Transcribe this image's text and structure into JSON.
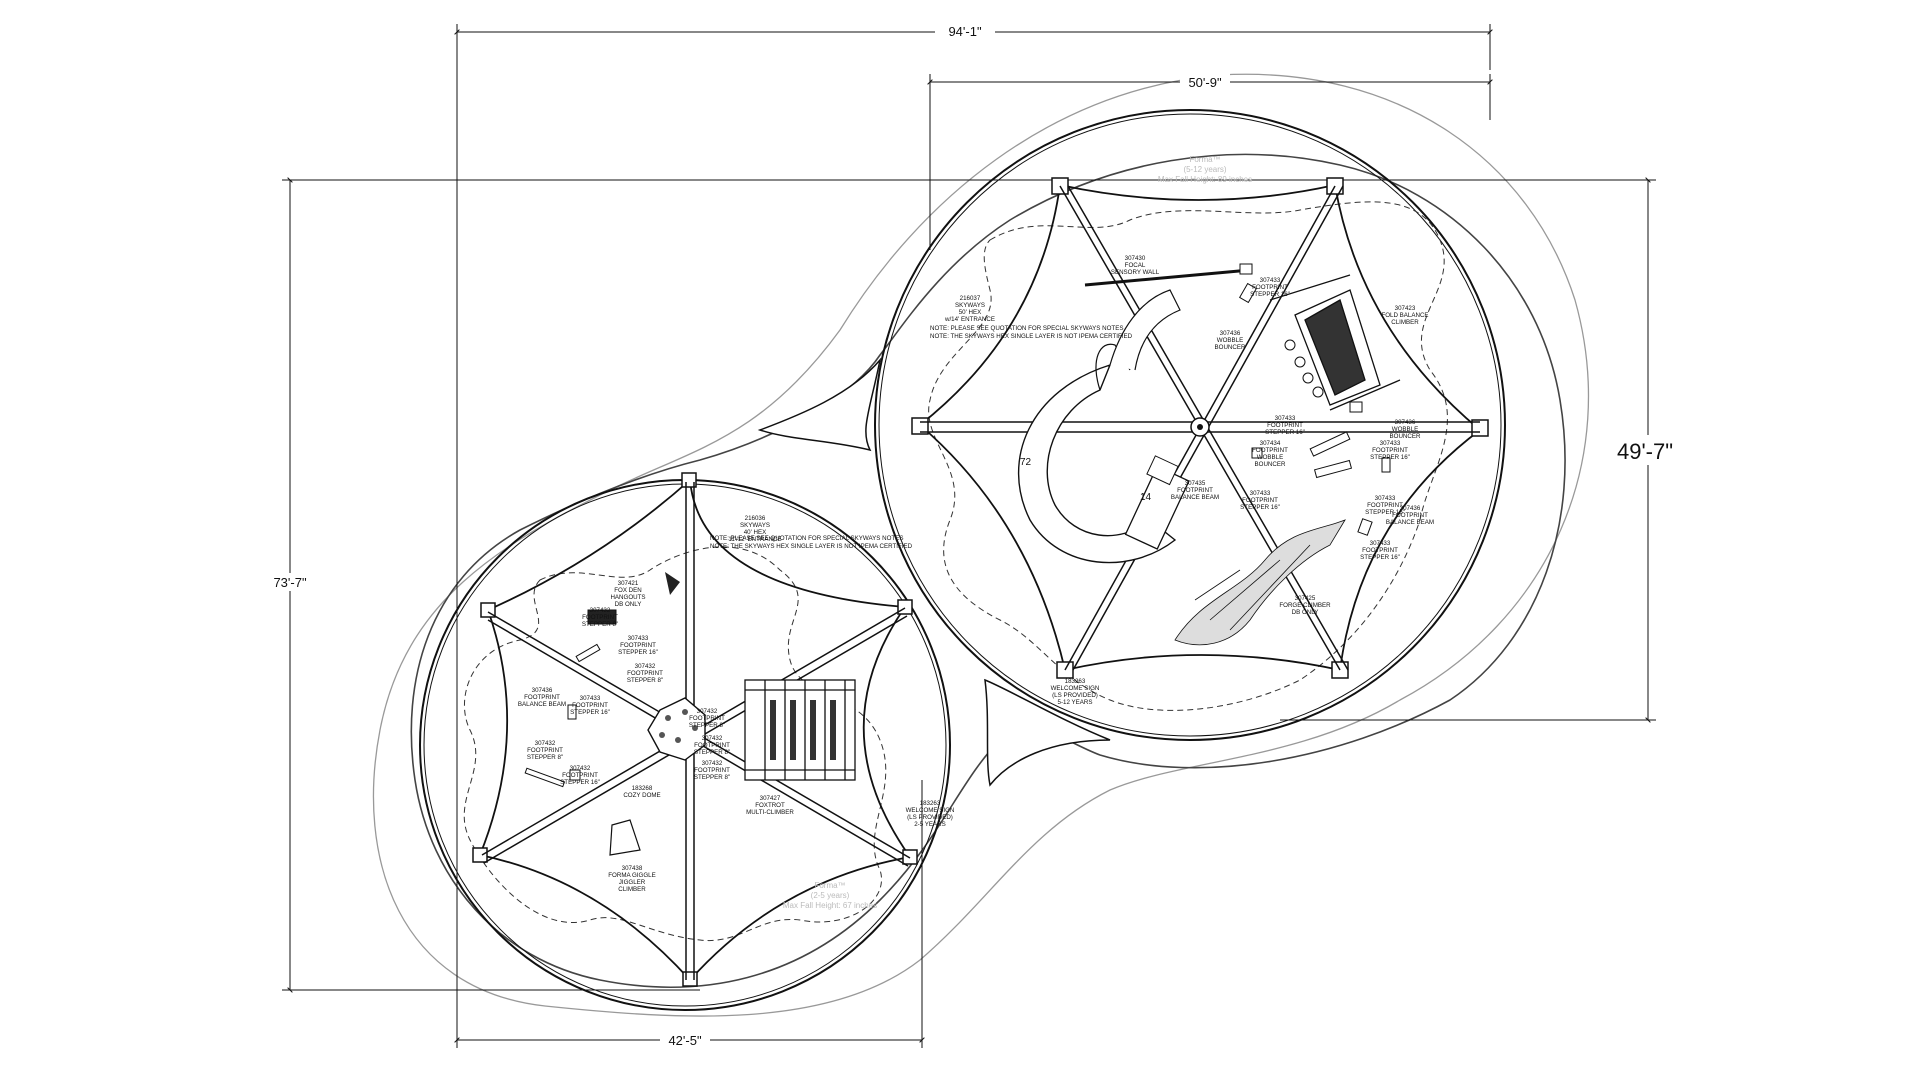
{
  "dimensions": {
    "overall_width": "94'-1\"",
    "right_width": "50'-9\"",
    "right_height": "49'-7\"",
    "overall_height": "73'-7\"",
    "left_width": "42'-5\""
  },
  "right_pod": {
    "zone_label": [
      "Forma™",
      "(5-12 years)",
      "Max Fall Height: 89 inches"
    ],
    "notes": [
      "NOTE:  PLEASE SEE QUOTATION FOR SPECIAL SKYWAYS NOTES",
      "NOTE:  THE SKYWAYS HEX SINGLE LAYER IS NOT IPEMA CERTIFIED"
    ],
    "slide_numbers": [
      "72",
      "14"
    ],
    "callouts": [
      {
        "lines": [
          "307430",
          "FOCAL",
          "SENSORY WALL"
        ]
      },
      {
        "lines": [
          "216037",
          "SKYWAYS",
          "50' HEX",
          "w/14' ENTRANCE"
        ]
      },
      {
        "lines": [
          "307433",
          "FOOTPRINT",
          "STEPPER 16\""
        ]
      },
      {
        "lines": [
          "307436",
          "WOBBLE",
          "BOUNCER"
        ]
      },
      {
        "lines": [
          "307423",
          "FOLD BALANCE",
          "CLIMBER"
        ]
      },
      {
        "lines": [
          "307433",
          "FOOTPRINT",
          "STEPPER 16\""
        ]
      },
      {
        "lines": [
          "307436",
          "WOBBLE",
          "BOUNCER"
        ]
      },
      {
        "lines": [
          "307434",
          "FOOTPRINT",
          "WOBBLE",
          "BOUNCER"
        ]
      },
      {
        "lines": [
          "307433",
          "FOOTPRINT",
          "STEPPER 16\""
        ]
      },
      {
        "lines": [
          "307435",
          "FOOTPRINT",
          "BALANCE BEAM"
        ]
      },
      {
        "lines": [
          "307433",
          "FOOTPRINT",
          "STEPPER 16\""
        ]
      },
      {
        "lines": [
          "307433",
          "FOOTPRINT",
          "STEPPER 16\""
        ]
      },
      {
        "lines": [
          "307436",
          "FOOTPRINT",
          "BALANCE BEAM"
        ]
      },
      {
        "lines": [
          "307433",
          "FOOTPRINT",
          "STEPPER 16\""
        ]
      },
      {
        "lines": [
          "307425",
          "FORGE CLIMBER",
          "DB ONLY"
        ]
      },
      {
        "lines": [
          "183263",
          "WELCOME SIGN",
          "(LS PROVIDED)",
          "5-12 YEARS"
        ]
      }
    ]
  },
  "left_pod": {
    "zone_label": [
      "Forma™",
      "(2-5 years)",
      "Max Fall Height: 67 inches"
    ],
    "notes": [
      "NOTE:  PLEASE SEE QUOTATION FOR SPECIAL SKYWAYS NOTES",
      "NOTE:  THE SKYWAYS HEX SINGLE LAYER IS NOT IPEMA CERTIFIED"
    ],
    "callouts": [
      {
        "lines": [
          "216036",
          "SKYWAYS",
          "40' HEX",
          "11'/12' ENTRANCE"
        ]
      },
      {
        "lines": [
          "307421",
          "FOX DEN",
          "HANGOUTS",
          "DB ONLY"
        ]
      },
      {
        "lines": [
          "307432",
          "FOOTPRINT",
          "STEPPER 8\""
        ]
      },
      {
        "lines": [
          "307433",
          "FOOTPRINT",
          "STEPPER 16\""
        ]
      },
      {
        "lines": [
          "307432",
          "FOOTPRINT",
          "STEPPER 8\""
        ]
      },
      {
        "lines": [
          "307436",
          "FOOTPRINT",
          "BALANCE BEAM"
        ]
      },
      {
        "lines": [
          "307433",
          "FOOTPRINT",
          "STEPPER 16\""
        ]
      },
      {
        "lines": [
          "307432",
          "FOOTPRINT",
          "STEPPER 8\""
        ]
      },
      {
        "lines": [
          "307432",
          "FOOTPRINT",
          "STEPPER 8\""
        ]
      },
      {
        "lines": [
          "307432",
          "FOOTPRINT",
          "STEPPER 8\""
        ]
      },
      {
        "lines": [
          "307432",
          "FOOTPRINT",
          "STEPPER 16\""
        ]
      },
      {
        "lines": [
          "183268",
          "COZY DOME"
        ]
      },
      {
        "lines": [
          "307432",
          "FOOTPRINT",
          "STEPPER 8\""
        ]
      },
      {
        "lines": [
          "307427",
          "FOXTROT",
          "MULTI-CLIMBER"
        ]
      },
      {
        "lines": [
          "183263",
          "WELCOME SIGN",
          "(LS PROVIDED)",
          "2-5 YEARS"
        ]
      },
      {
        "lines": [
          "307438",
          "FORMA GIGGLE",
          "JIGGLER",
          "CLIMBER"
        ]
      }
    ]
  }
}
